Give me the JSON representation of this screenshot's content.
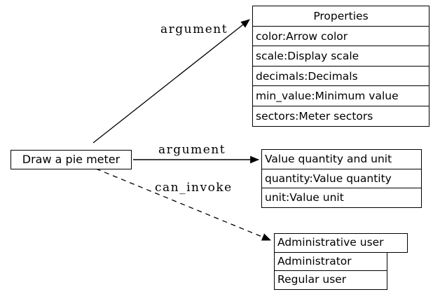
{
  "diagram": {
    "background": "#ffffff",
    "line_color": "#000000",
    "text_color": "#000000",
    "node": {
      "label": "Draw a pie meter"
    },
    "edge_labels": {
      "to_properties": "argument",
      "to_value_quantity": "argument",
      "to_admin_user": "can_invoke"
    },
    "properties_table": {
      "header": "Properties",
      "rows": [
        "color:Arrow color",
        "scale:Display scale",
        "decimals:Decimals",
        "min_value:Minimum value",
        "sectors:Meter sectors"
      ]
    },
    "value_table": {
      "header": "Value quantity and unit",
      "rows": [
        "quantity:Value quantity",
        "unit:Value unit"
      ]
    },
    "admin_table": {
      "header": "Administrative user",
      "rows": [
        "Administrator",
        "Regular user"
      ]
    }
  }
}
